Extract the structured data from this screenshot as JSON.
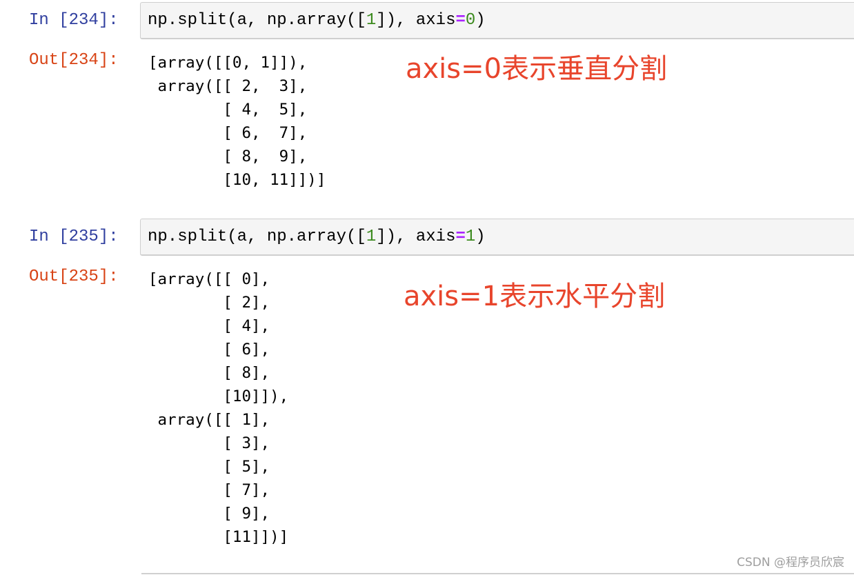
{
  "colors": {
    "in_prompt": "#303f9f",
    "out_prompt": "#d84315",
    "annotation": "#e8452c",
    "number_literal": "#3b8a1e",
    "operator": "#aa22ff",
    "watermark": "#9e9e9e",
    "input_bg": "#f5f5f5"
  },
  "cells": [
    {
      "in_prompt": "In [234]:",
      "code": {
        "prefix": "np.split(a, np.array([",
        "num1": "1",
        "mid": "]), axis",
        "op": "=",
        "num2": "0",
        "suffix": ")"
      },
      "out_prompt": "Out[234]:",
      "output": "[array([[0, 1]]),\n array([[ 2,  3],\n        [ 4,  5],\n        [ 6,  7],\n        [ 8,  9],\n        [10, 11]])]",
      "annotation": "axis=0表示垂直分割"
    },
    {
      "in_prompt": "In [235]:",
      "code": {
        "prefix": "np.split(a, np.array([",
        "num1": "1",
        "mid": "]), axis",
        "op": "=",
        "num2": "1",
        "suffix": ")"
      },
      "out_prompt": "Out[235]:",
      "output": "[array([[ 0],\n        [ 2],\n        [ 4],\n        [ 6],\n        [ 8],\n        [10]]),\n array([[ 1],\n        [ 3],\n        [ 5],\n        [ 7],\n        [ 9],\n        [11]])]",
      "annotation": "axis=1表示水平分割"
    }
  ],
  "watermark": "CSDN @程序员欣宸"
}
